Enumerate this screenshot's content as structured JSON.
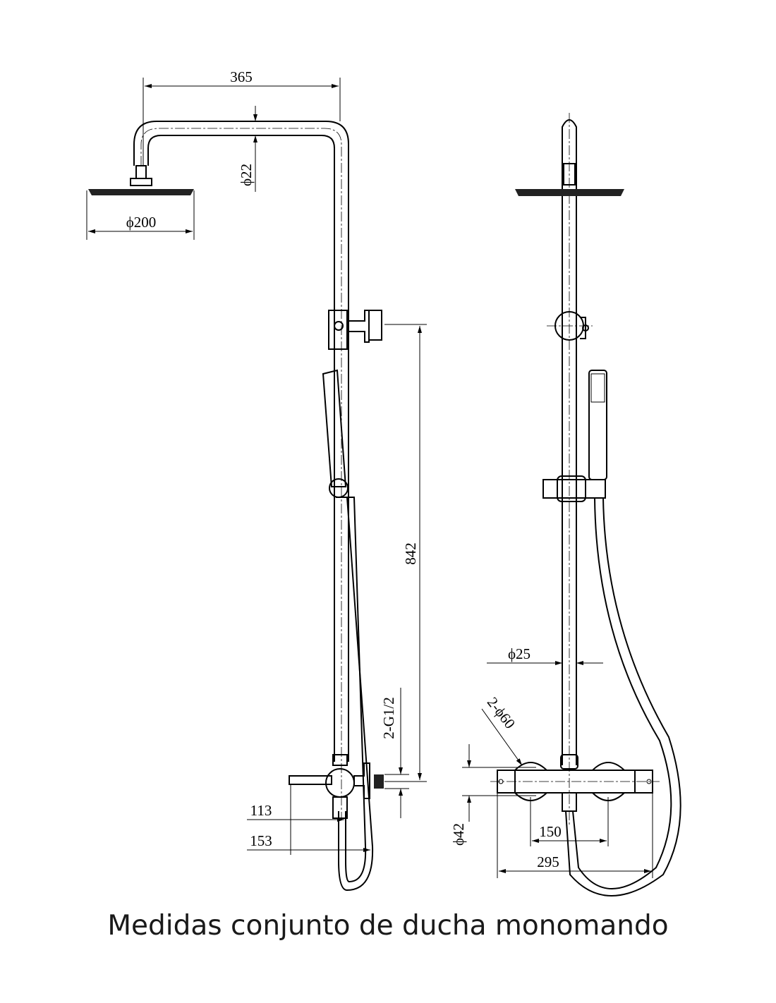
{
  "diagram": {
    "dimensions": {
      "arm_length": "365",
      "arm_diameter": "ϕ22",
      "head_diameter": "ϕ200",
      "height": "842",
      "inlet_thread": "2-G1/2",
      "depth_113": "113",
      "depth_153": "153",
      "bar_diameter": "ϕ25",
      "escutcheon": "2-ϕ60",
      "mixer_diameter": "ϕ42",
      "centers": "150",
      "mixer_width": "295"
    }
  },
  "caption": "Medidas conjunto de ducha monomando"
}
